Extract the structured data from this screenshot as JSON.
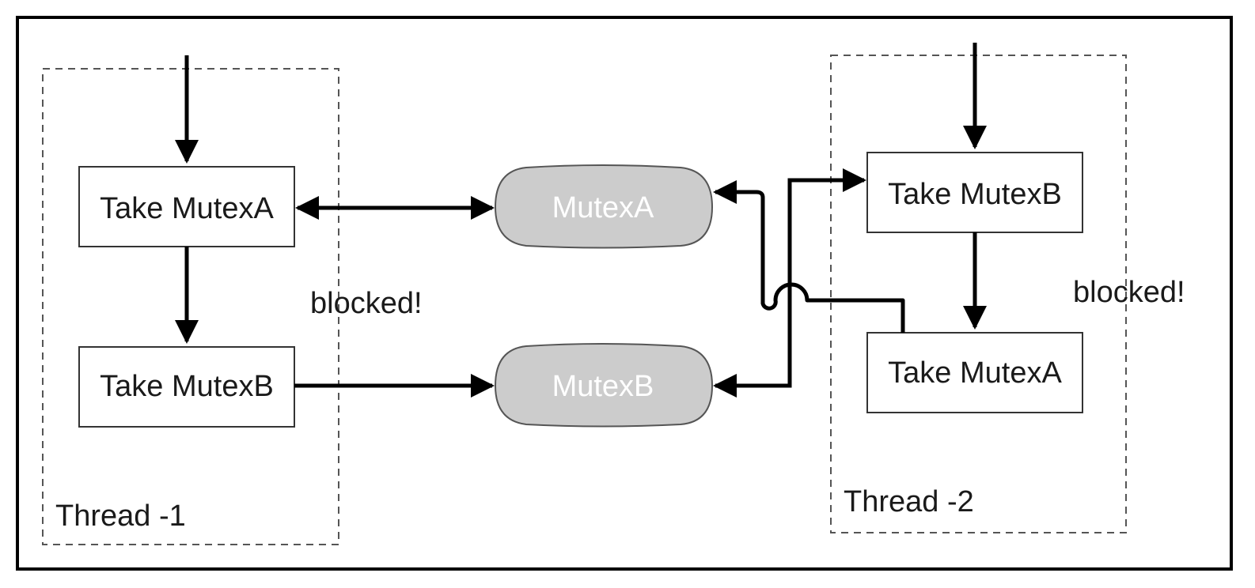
{
  "thread1": {
    "label": "Thread -1",
    "step1": "Take MutexA",
    "step2": "Take MutexB",
    "status": "blocked!"
  },
  "thread2": {
    "label": "Thread -2",
    "step1": "Take MutexB",
    "step2": "Take MutexA",
    "status": "blocked!"
  },
  "resources": {
    "mutex_a": "MutexA",
    "mutex_b": "MutexB"
  },
  "colors": {
    "frame": "#000000",
    "box_border": "#333333",
    "mutex_fill": "#cccccc",
    "mutex_text": "#ffffff",
    "dashed_border": "#555555"
  }
}
